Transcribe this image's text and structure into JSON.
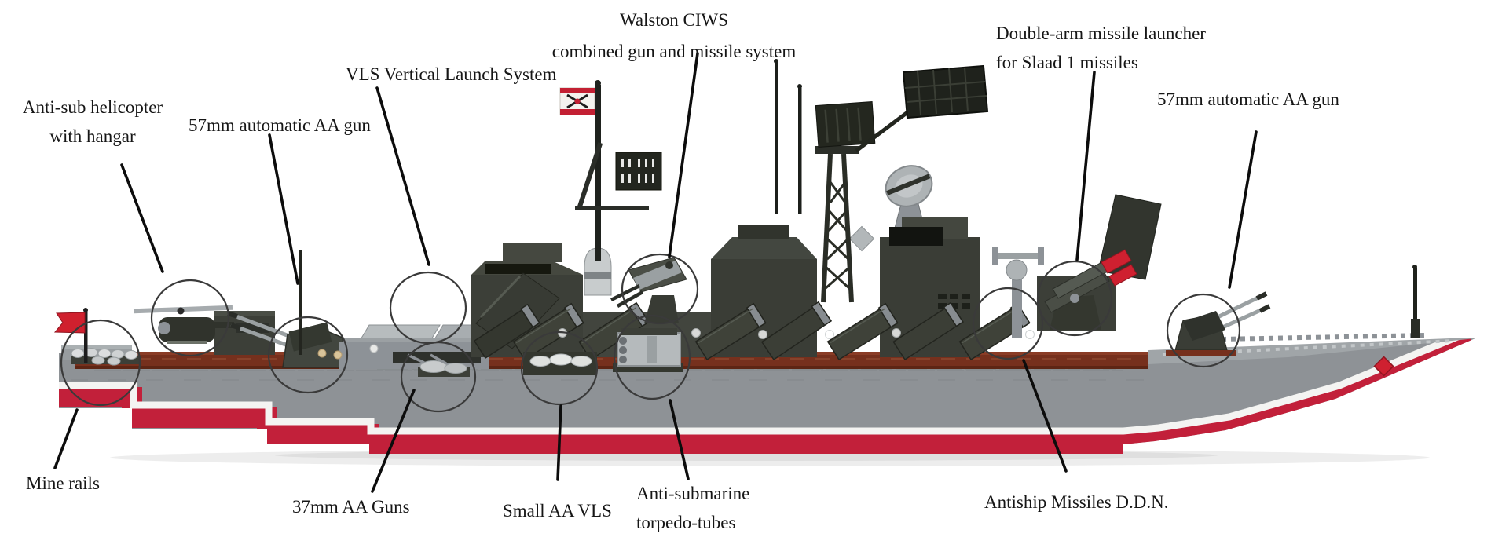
{
  "figure": {
    "type": "annotated-photo-diagram",
    "subject": "LEGO model warship side view with labeled armament callouts"
  },
  "annotations": {
    "walston": {
      "line1": "Walston CIWS",
      "line2": "combined gun and missile system"
    },
    "vls": {
      "text": "VLS Vertical Launch System"
    },
    "anti_sub_heli": {
      "line1": "Anti-sub helicopter",
      "line2": "with hangar"
    },
    "aa57_left": {
      "text": "57mm automatic AA gun"
    },
    "double_arm": {
      "line1": "Double-arm missile launcher",
      "line2": "for Slaad 1 missiles"
    },
    "aa57_right": {
      "text": "57mm automatic AA gun"
    },
    "mine_rails": {
      "text": "Mine rails"
    },
    "aa37": {
      "text": "37mm AA Guns"
    },
    "small_vls": {
      "text": "Small AA VLS"
    },
    "torpedo": {
      "line1": "Anti-submarine",
      "line2": "torpedo-tubes"
    },
    "antiship": {
      "text": "Antiship Missiles D.D.N."
    }
  },
  "colors": {
    "hull_gray": "#8e9296",
    "boot_stripe_white": "#f4f4f2",
    "hull_red": "#c2203a",
    "deck_brown": "#76301d",
    "superstructure_dark": "#3c3f38",
    "accent_red": "#cf2030",
    "annotation_line": "#0c0c0c",
    "text": "#161616"
  }
}
